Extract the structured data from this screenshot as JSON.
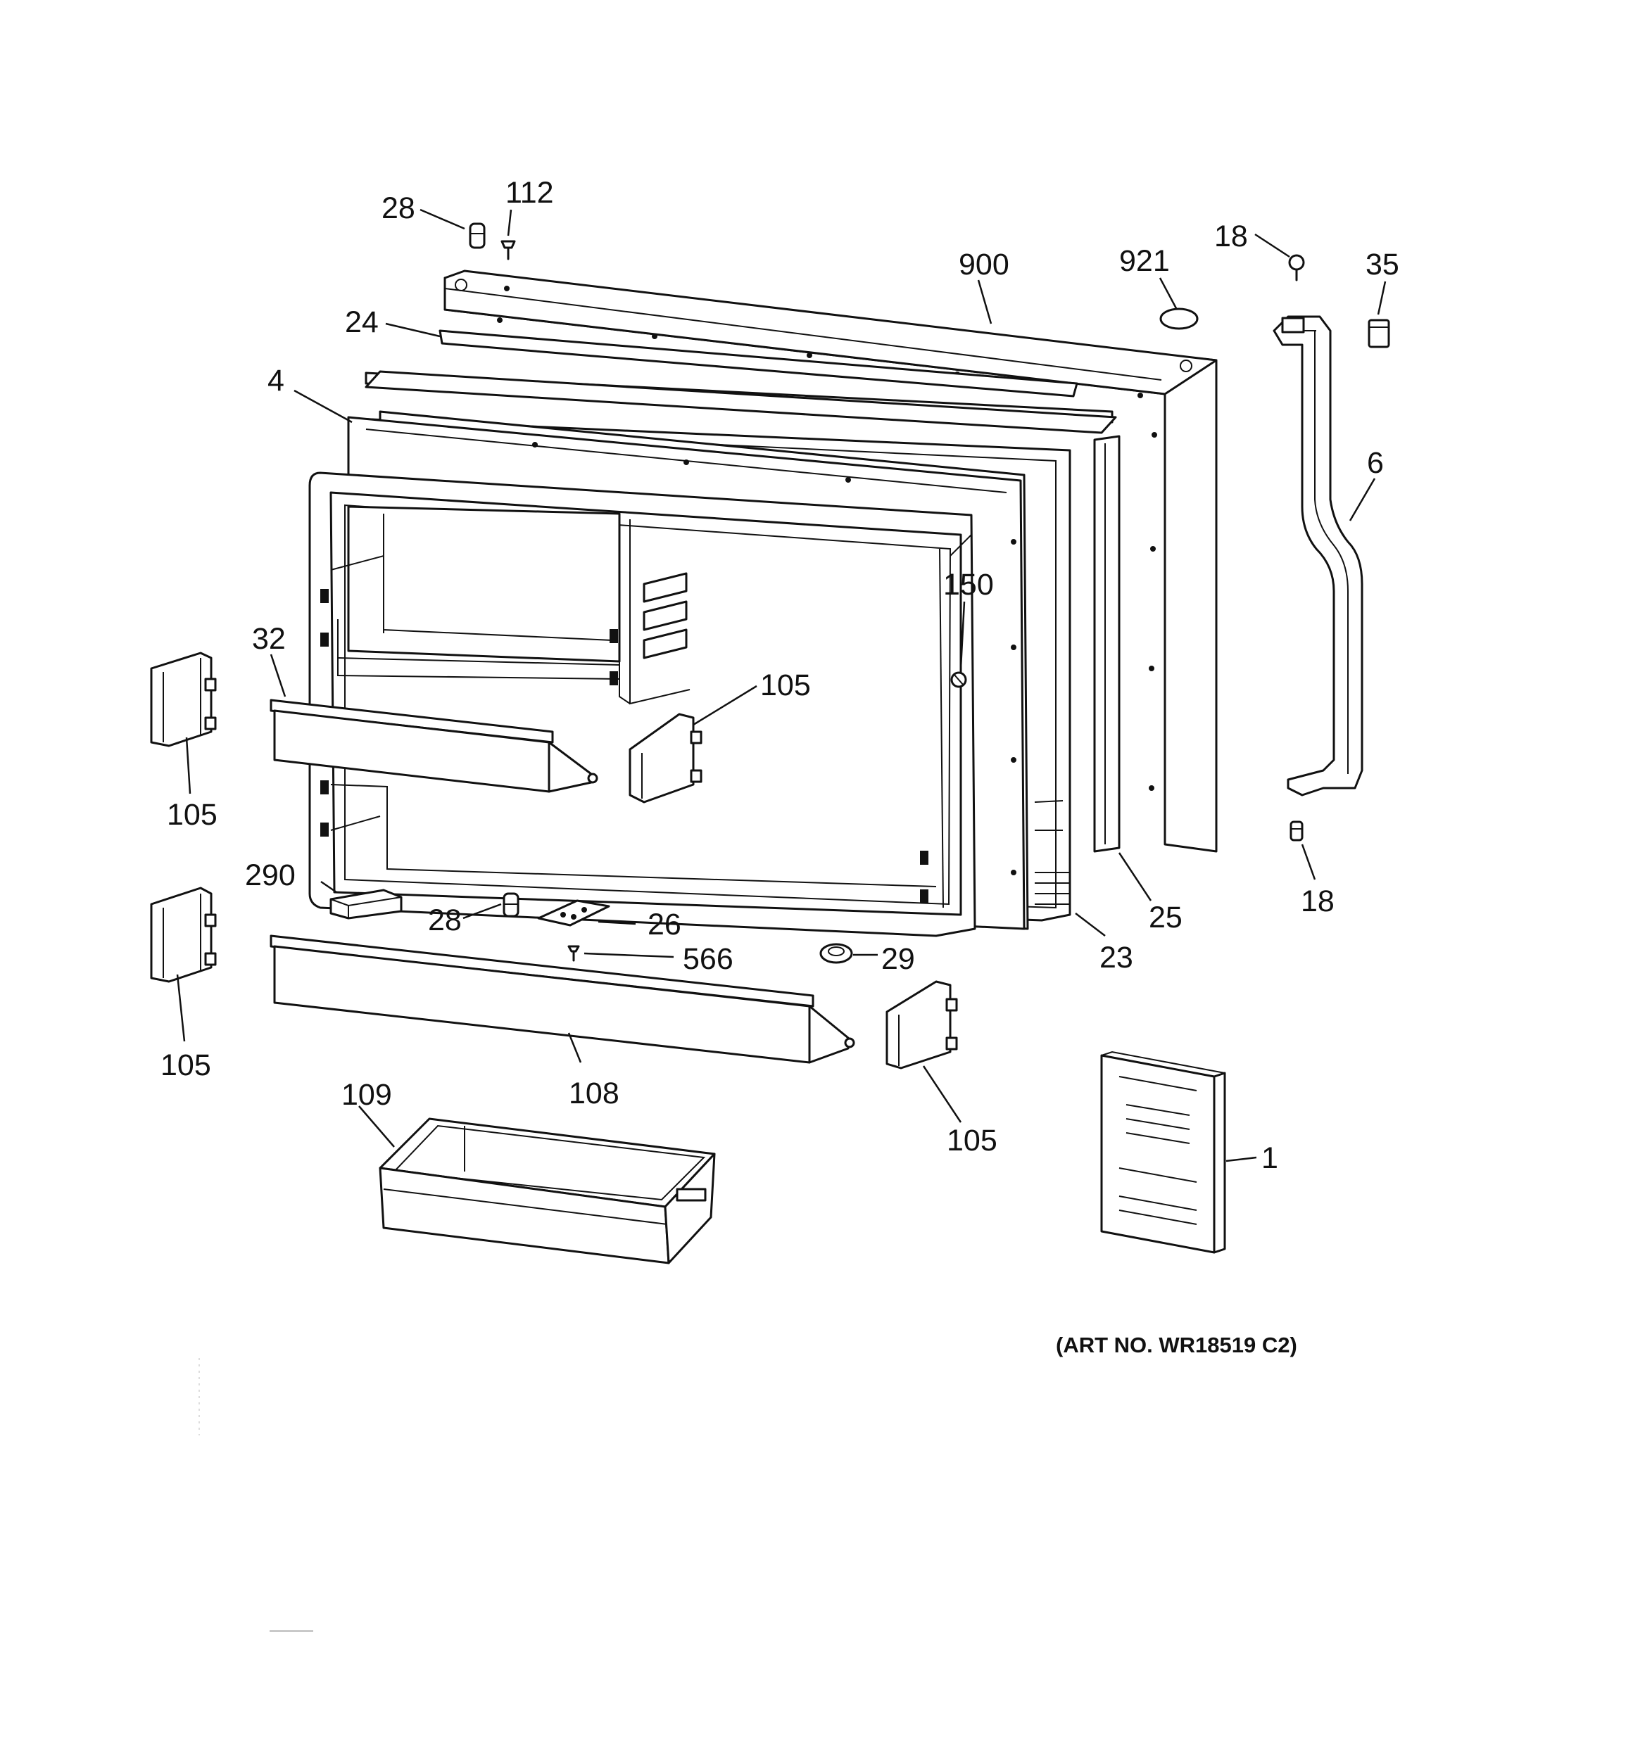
{
  "diagram": {
    "callouts": {
      "c28_top": "28",
      "c112": "112",
      "c900": "900",
      "c921": "921",
      "c18_top": "18",
      "c35": "35",
      "c24": "24",
      "c4": "4",
      "c6": "6",
      "c150": "150",
      "c32": "32",
      "c105_center": "105",
      "c105_left_upper": "105",
      "c290": "290",
      "c28_mid": "28",
      "c26": "26",
      "c566": "566",
      "c29": "29",
      "c25": "25",
      "c18_bottom": "18",
      "c23": "23",
      "c105_left_lower": "105",
      "c108": "108",
      "c105_right": "105",
      "c109": "109",
      "c1": "1"
    },
    "art_number": "(ART NO. WR18519 C2)"
  }
}
